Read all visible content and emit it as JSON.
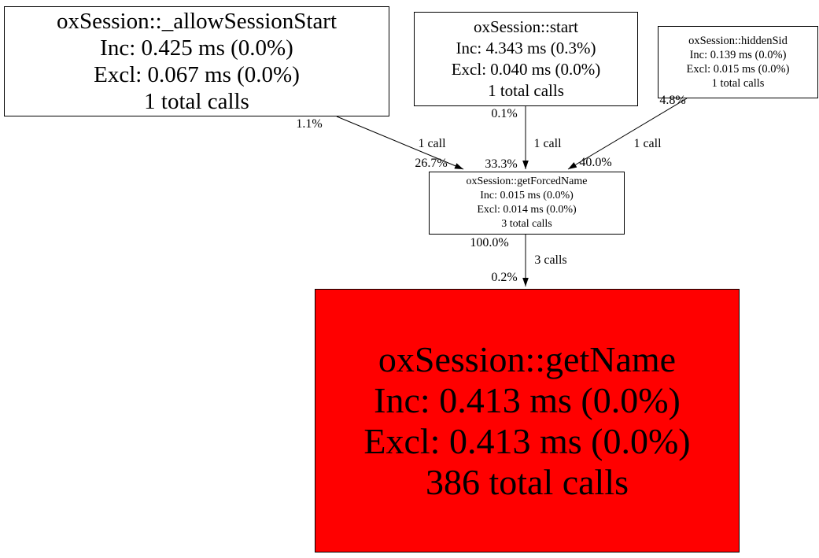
{
  "diagram": {
    "type": "callgraph",
    "colors": {
      "hot_node_bg": "#ff0000",
      "node_bg": "#ffffff",
      "node_border": "#000000",
      "edge": "#000000",
      "text": "#000000"
    },
    "nodes": {
      "allowSessionStart": {
        "name": "oxSession::_allowSessionStart",
        "inc": "Inc: 0.425 ms (0.0%)",
        "excl": "Excl: 0.067 ms (0.0%)",
        "calls": "1 total calls"
      },
      "start": {
        "name": "oxSession::start",
        "inc": "Inc: 4.343 ms (0.3%)",
        "excl": "Excl: 0.040 ms (0.0%)",
        "calls": "1 total calls"
      },
      "hiddenSid": {
        "name": "oxSession::hiddenSid",
        "inc": "Inc: 0.139 ms (0.0%)",
        "excl": "Excl: 0.015 ms (0.0%)",
        "calls": "1 total calls"
      },
      "getForcedName": {
        "name": "oxSession::getForcedName",
        "inc": "Inc: 0.015 ms (0.0%)",
        "excl": "Excl: 0.014 ms (0.0%)",
        "calls": "3 total calls"
      },
      "getName": {
        "name": "oxSession::getName",
        "inc": "Inc: 0.413 ms (0.0%)",
        "excl": "Excl: 0.413 ms (0.0%)",
        "calls": "386 total calls"
      }
    },
    "edges": {
      "allow_to_forced": {
        "from": "oxSession::_allowSessionStart",
        "to": "oxSession::getForcedName",
        "source_pct": "1.1%",
        "calls": "1 call",
        "target_pct": "26.7%"
      },
      "start_to_forced": {
        "from": "oxSession::start",
        "to": "oxSession::getForcedName",
        "source_pct": "0.1%",
        "calls": "1 call",
        "target_pct": "33.3%"
      },
      "hidden_to_forced": {
        "from": "oxSession::hiddenSid",
        "to": "oxSession::getForcedName",
        "source_pct": "4.8%",
        "calls": "1 call",
        "target_pct": "40.0%"
      },
      "forced_to_getname": {
        "from": "oxSession::getForcedName",
        "to": "oxSession::getName",
        "source_pct": "100.0%",
        "calls": "3 calls",
        "target_pct": "0.2%"
      }
    }
  }
}
